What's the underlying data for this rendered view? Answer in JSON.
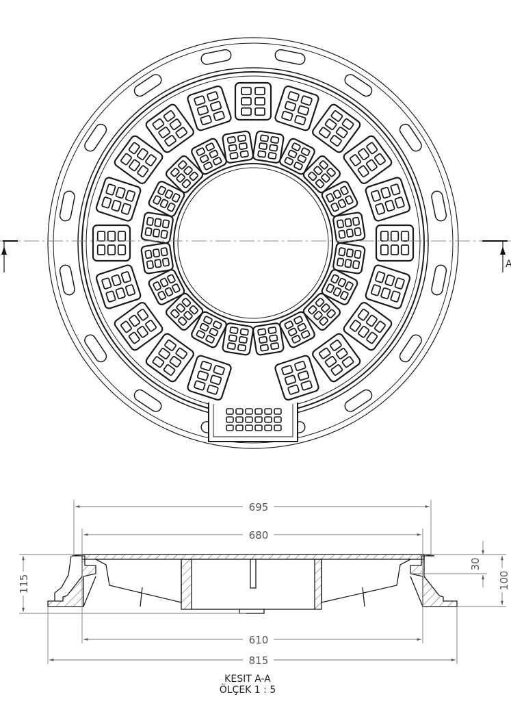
{
  "drawing": {
    "section_marker_right": "A",
    "dimensions": {
      "top_outer": "695",
      "top_inner": "680",
      "bottom_inner": "610",
      "bottom_outer": "815",
      "height_left": "115",
      "height_right_small": "30",
      "height_right": "100"
    },
    "caption": {
      "title": "KESIT A-A",
      "scale": "ÖLÇEK 1 : 5"
    },
    "colors": {
      "line": "#1a1a1a",
      "dim": "#777777",
      "hatch": "#555555"
    }
  }
}
